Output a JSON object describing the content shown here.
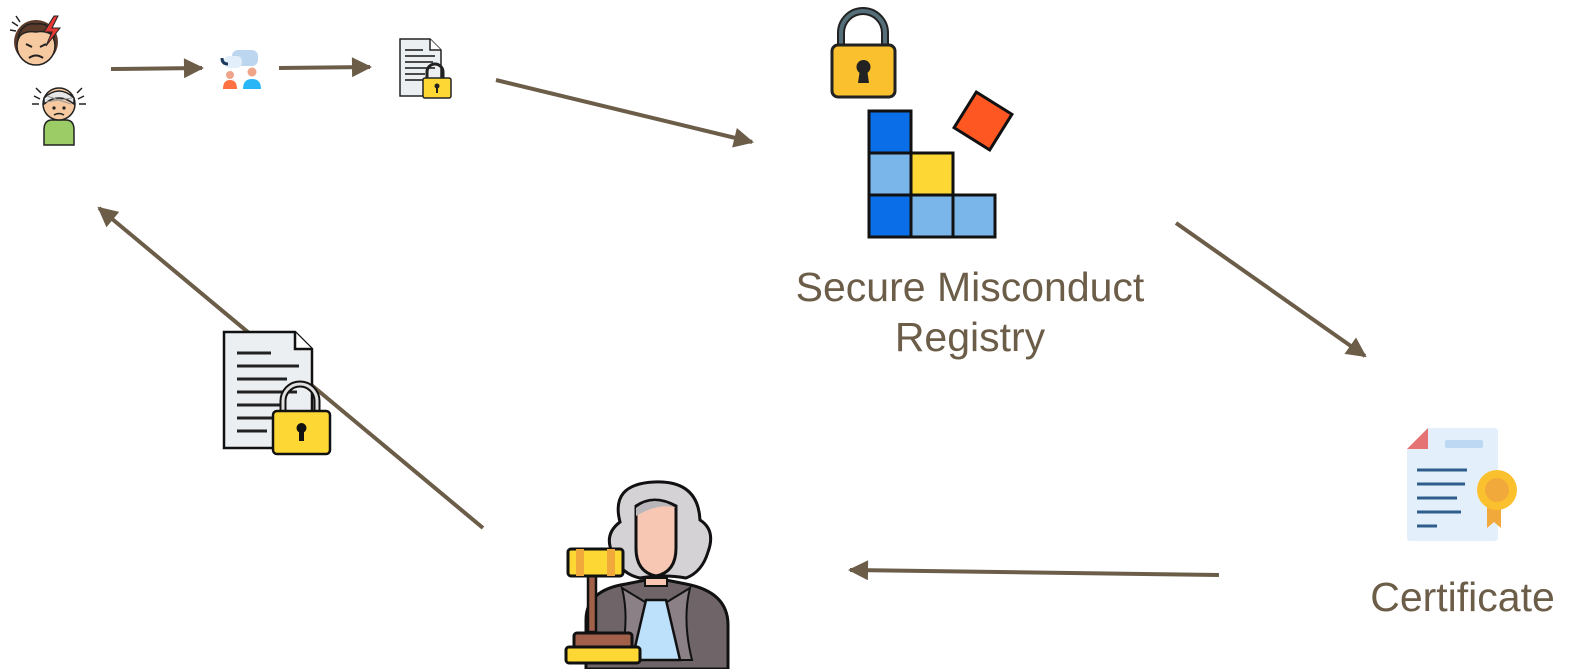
{
  "diagram": {
    "nodes": {
      "registry": {
        "label_line1": "Secure Misconduct",
        "label_line2": "Registry"
      },
      "certificate": {
        "label": "Certificate"
      }
    },
    "icons": [
      "angry-person-icon",
      "injured-person-icon",
      "conversation-icon",
      "locked-document-icon",
      "padlock-icon",
      "blocks-icon",
      "certificate-icon",
      "judge-icon",
      "gavel-icon"
    ],
    "colors": {
      "arrow": "#6b5d48",
      "label": "#6b5d48",
      "lock_yellow": "#fbc02d",
      "block_blue": "#0a6ee8",
      "block_light_blue": "#7ab6ea",
      "block_yellow": "#fdd835",
      "block_red": "#ff5722"
    }
  }
}
